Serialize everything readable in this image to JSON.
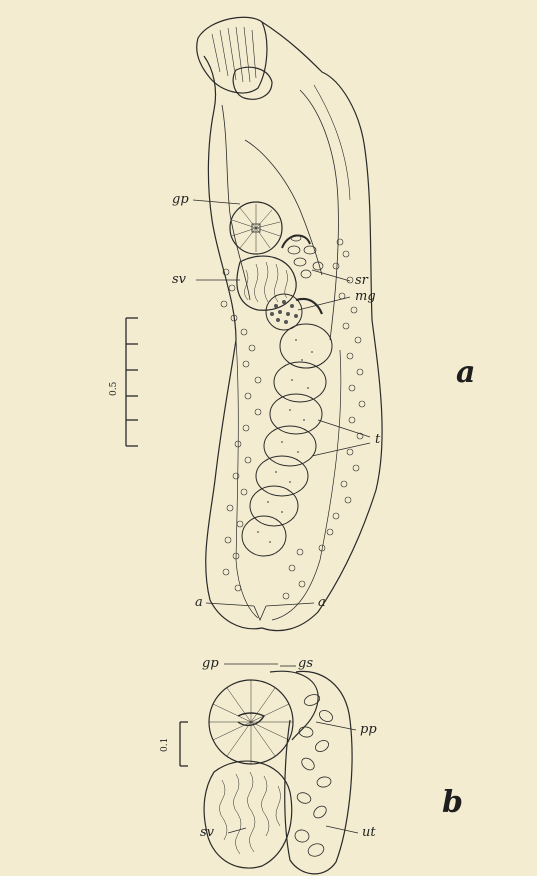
{
  "labels": {
    "a": {
      "gp": "gp",
      "sv": "sv",
      "sr": "sr",
      "mg": "mg",
      "t": "t",
      "a_left": "a",
      "a_right": "a"
    },
    "b": {
      "gp": "gp",
      "gs": "gs",
      "pp": "pp",
      "sv": "sv",
      "ut": "ut"
    }
  },
  "panels": {
    "a": "a",
    "b": "b"
  },
  "scale_bars": {
    "a": "0.5",
    "b": "0.1"
  },
  "colors": {
    "paper": "#f3ecd0",
    "ink": "#2a2a2a",
    "stipple": "#555"
  }
}
